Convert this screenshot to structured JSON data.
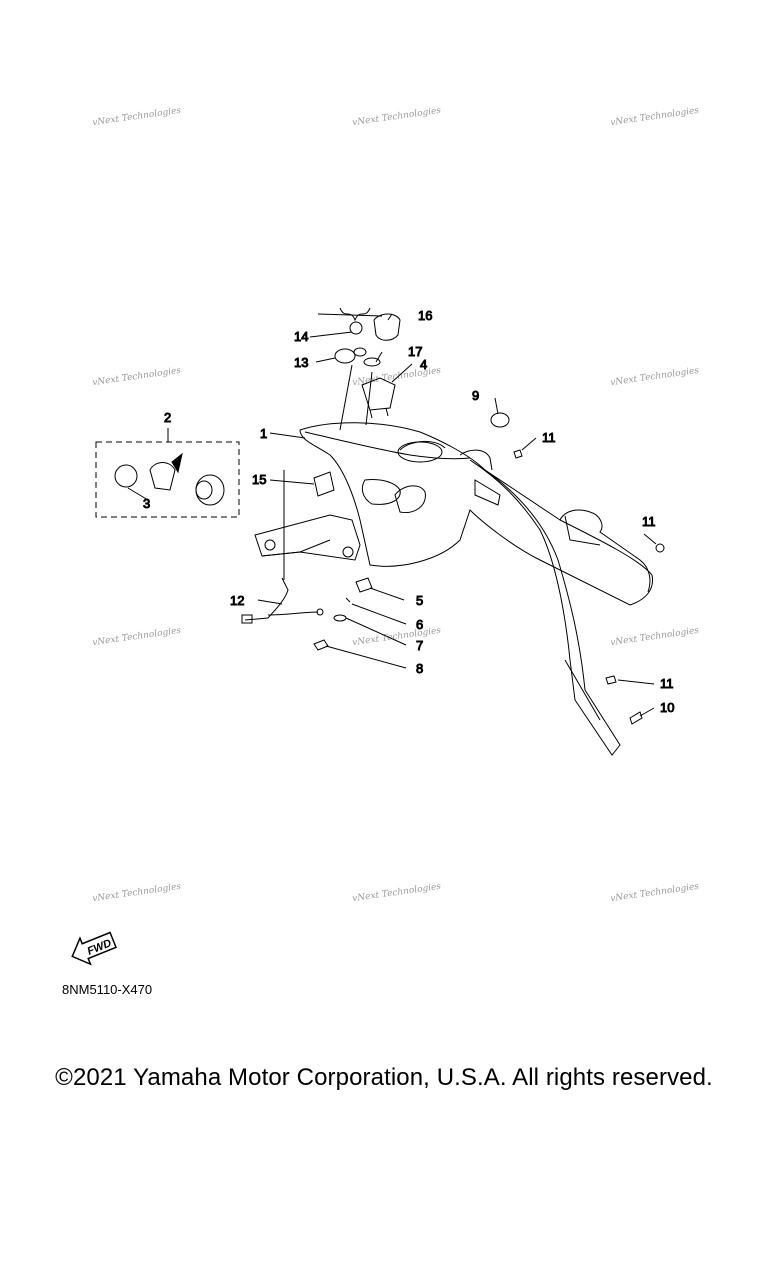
{
  "watermark_text": "vNext Technologies",
  "callouts": {
    "c1": "1",
    "c2": "2",
    "c3": "3",
    "c4": "4",
    "c5": "5",
    "c6": "6",
    "c7": "7",
    "c8": "8",
    "c9": "9",
    "c10": "10",
    "c11a": "11",
    "c11b": "11",
    "c11c": "11",
    "c12": "12",
    "c13": "13",
    "c14": "14",
    "c15": "15",
    "c16": "16",
    "c17": "17"
  },
  "fwd_label": "FWD",
  "drawing_code": "8NM5110-X470",
  "copyright": "©2021 Yamaha Motor Corporation, U.S.A. All rights reserved."
}
